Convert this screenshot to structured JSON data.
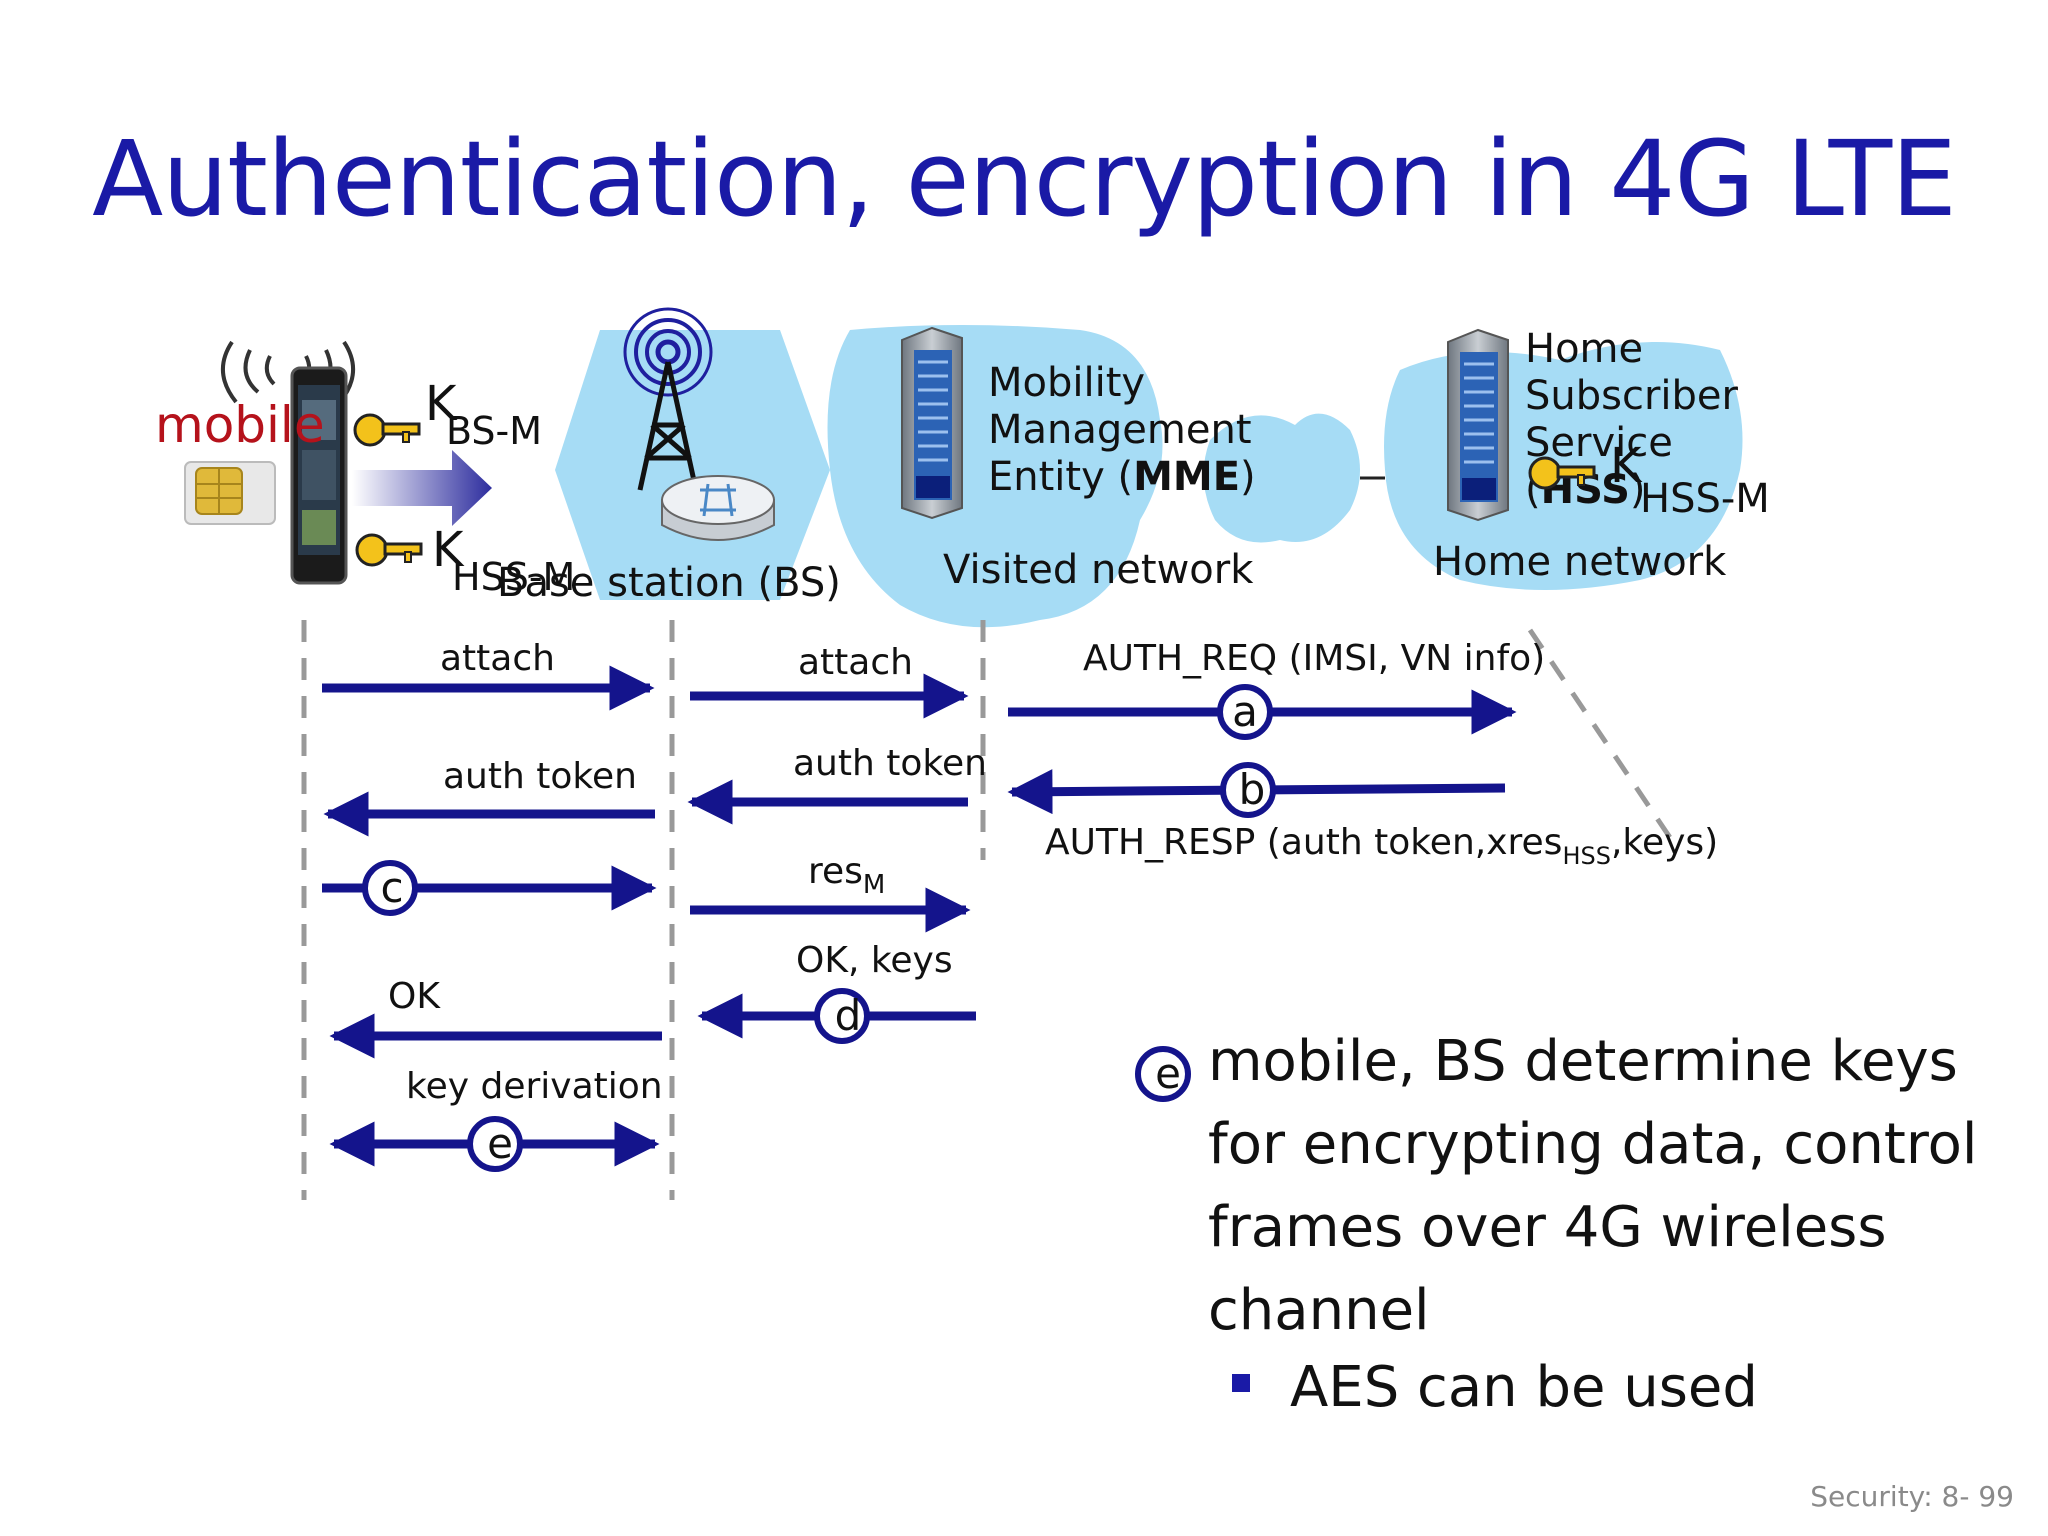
{
  "title": "Authentication, encryption in 4G LTE",
  "entities": {
    "mobile": "mobile",
    "bs": "Base station (BS)",
    "mme_line1": "Mobility",
    "mme_line2": "Management",
    "mme_line3_prefix": "Entity (",
    "mme_line3_bold": "MME",
    "mme_line3_suffix": ")",
    "hss_line1": "Home",
    "hss_line2": "Subscriber",
    "hss_line3": "Service",
    "hss_line4_prefix": "(",
    "hss_line4_bold": "HSS",
    "hss_line4_suffix": ")",
    "visited_network": "Visited network",
    "home_network": "Home network"
  },
  "keys": {
    "k_bs_main": "K",
    "k_bs_sub": "BS-M",
    "k_hss_main": "K",
    "k_hss_sub": "HSS-M",
    "k_home_main": "K",
    "k_home_sub": "HSS-M"
  },
  "messages": {
    "attach1": "attach",
    "attach2": "attach",
    "auth_req": "AUTH_REQ (IMSI, VN info)",
    "auth_token1": "auth token",
    "auth_token2": "auth token",
    "auth_resp_prefix": "AUTH_RESP (auth token,xres",
    "auth_resp_sub": "HSS",
    "auth_resp_suffix": ",keys)",
    "res_main": "res",
    "res_sub": "M",
    "ok_keys": "OK, keys",
    "ok": "OK",
    "key_derivation": "key derivation"
  },
  "steps": {
    "a": "a",
    "b": "b",
    "c": "c",
    "d": "d",
    "e": "e",
    "e_legend": "e"
  },
  "bullet": {
    "text": "mobile, BS determine keys for encrypting data, control frames over 4G wireless channel",
    "sub": "AES can be used"
  },
  "footer": "Security: 8- 99",
  "colors": {
    "title": "#1a1aa6",
    "arrow": "#14148c",
    "cloud": "#a6dcf5",
    "mobile_label": "#b5121b"
  }
}
